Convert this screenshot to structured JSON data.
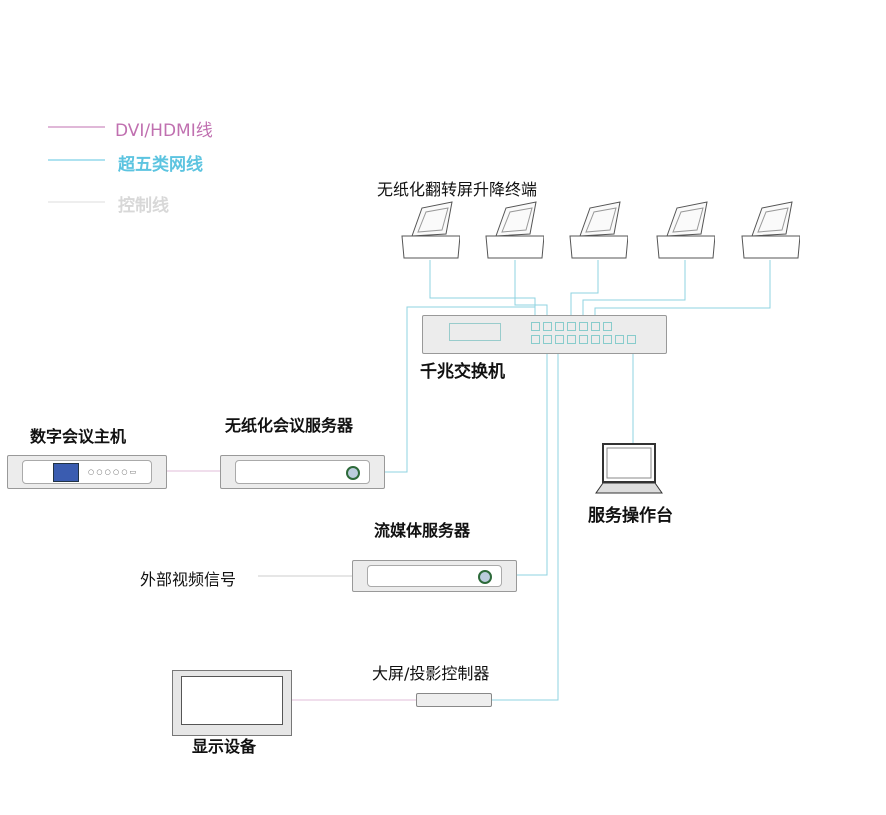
{
  "legend": [
    {
      "label": "DVI/HDMI线",
      "color": "#c070b0"
    },
    {
      "label": "超五类网线",
      "color": "#5cc4e0"
    },
    {
      "label": "控制线",
      "color": "#d8d8d8"
    }
  ],
  "devices": {
    "terminals": "无纸化翻转屏升降终端",
    "switch": "千兆交换机",
    "conference_host": "数字会议主机",
    "paperless_server": "无纸化会议服务器",
    "console": "服务操作台",
    "streaming_server": "流媒体服务器",
    "external_video": "外部视频信号",
    "projector_controller": "大屏/投影控制器",
    "display": "显示设备"
  },
  "colors": {
    "network": "#8fd3e0",
    "hdmi": "#e2bcd8",
    "control": "#ccc"
  }
}
